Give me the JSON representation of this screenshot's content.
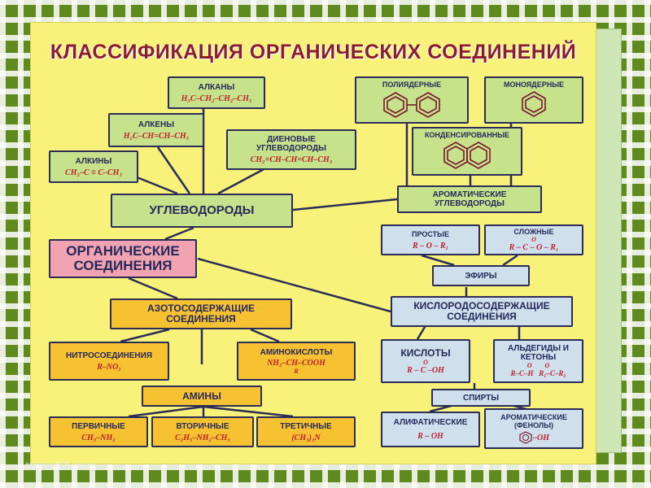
{
  "title": "КЛАССИФИКАЦИЯ ОРГАНИЧЕСКИХ СОЕДИНЕНИЙ",
  "center": "ОРГАНИЧЕСКИЕ СОЕДИНЕНИЯ",
  "hydrocarbons": {
    "label": "УГЛЕВОДОРОДЫ",
    "alkanes": {
      "label": "АЛКАНЫ",
      "formula": "H₃C–CH₂–CH₂–CH₃"
    },
    "alkenes": {
      "label": "АЛКЕНЫ",
      "formula": "H₂C–CH=CH–CH₃"
    },
    "alkynes": {
      "label": "АЛКИНЫ",
      "formula": "CH₃–C ≡ C–CH₃"
    },
    "dienes": {
      "label": "ДИЕНОВЫЕ УГЛЕВОДОРОДЫ",
      "formula": "CH₂=CH–CH=CH–CH₃"
    }
  },
  "aromatic": {
    "label": "АРОМАТИЧЕСКИЕ УГЛЕВОДОРОДЫ",
    "polynuclear": "ПОЛИЯДЕРНЫЕ",
    "mononuclear": "МОНОЯДЕРНЫЕ",
    "condensed": "КОНДЕНСИРОВАННЫЕ"
  },
  "nitrogen": {
    "label": "АЗОТОСОДЕРЖАЩИЕ СОЕДИНЕНИЯ",
    "nitro": {
      "label": "НИТРОСОЕДИНЕНИЯ",
      "formula": "R–NO₂"
    },
    "amino_acids": {
      "label": "АМИНОКИСЛОТЫ",
      "formula": "NH₂–CH–COOH",
      "sub": "R"
    },
    "amines": "АМИНЫ",
    "primary": {
      "label": "ПЕРВИЧНЫЕ",
      "formula": "CH₃–NH₂"
    },
    "secondary": {
      "label": "ВТОРИЧНЫЕ",
      "formula": "C₂H₅–NH₂–CH₃"
    },
    "tertiary": {
      "label": "ТРЕТИЧНЫЕ",
      "formula": "(CH₃)₃N"
    }
  },
  "oxygen": {
    "label": "КИСЛОРОДОСОДЕРЖАЩИЕ СОЕДИНЕНИЯ",
    "ethers": "ЭФИРЫ",
    "simple": {
      "label": "ПРОСТЫЕ",
      "formula": "R – O – R₁"
    },
    "complex": {
      "label": "СЛОЖНЫЕ",
      "formula": "R – C – O – R₁",
      "top": "O"
    },
    "acids": {
      "label": "КИСЛОТЫ",
      "formula": "R – C –OH",
      "top": "O"
    },
    "aldehydes": {
      "label": "АЛЬДЕГИДЫ И КЕТОНЫ",
      "formula": "R–C–H   R₁–C–R₂",
      "top": "O        O"
    },
    "alcohols": "СПИРТЫ",
    "aliphatic": {
      "label": "АЛИФАТИЧЕСКИЕ",
      "formula": "R – OH"
    },
    "phenols": {
      "label": "АРОМАТИЧЕСКИЕ (ФЕНОЛЫ)",
      "formula": "–OH"
    }
  },
  "source_url": "http://linda6035.ucoz.ru/"
}
